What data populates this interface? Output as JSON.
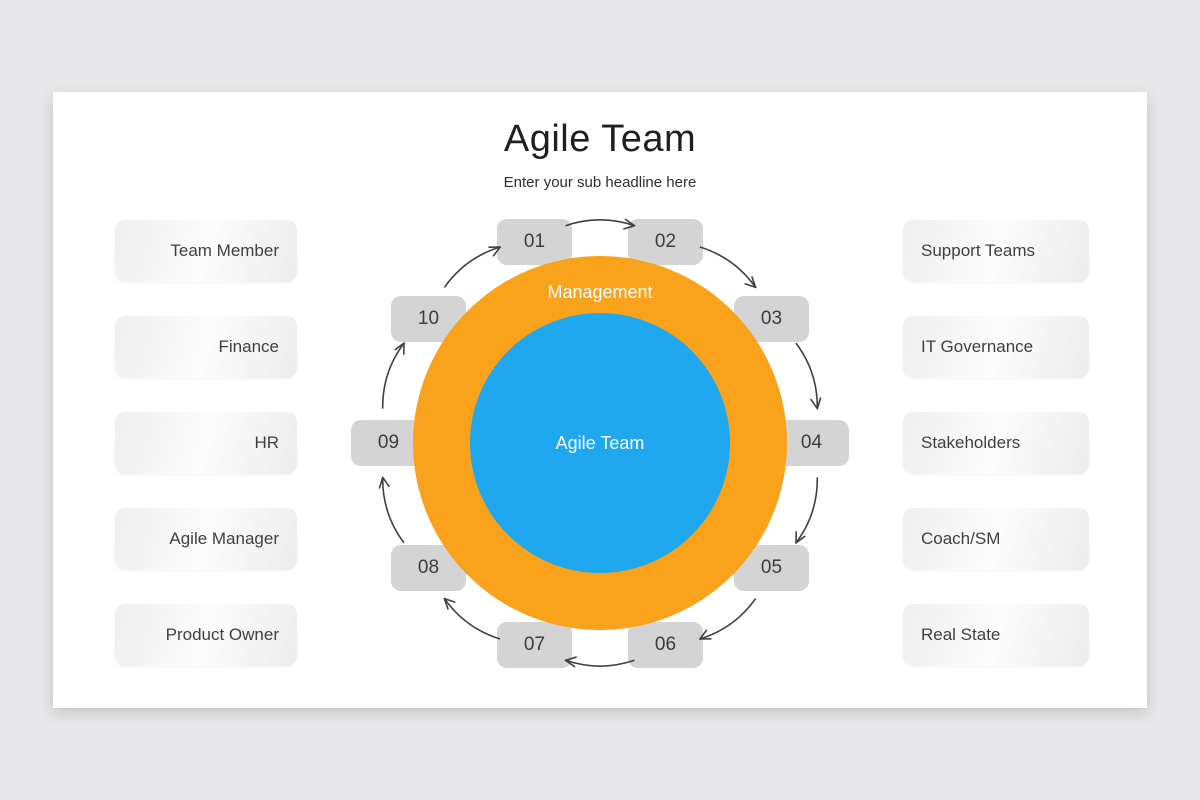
{
  "slide": {
    "title": "Agile Team",
    "subtitle": "Enter your sub headline here"
  },
  "left_panel": {
    "items": [
      "Team Member",
      "Finance",
      "HR",
      "Agile Manager",
      "Product Owner"
    ]
  },
  "right_panel": {
    "items": [
      "Support Teams",
      "IT Governance",
      "Stakeholders",
      "Coach/SM",
      "Real State"
    ]
  },
  "diagram": {
    "ring_label": "Management",
    "center_label": "Agile Team",
    "steps": [
      "01",
      "02",
      "03",
      "04",
      "05",
      "06",
      "07",
      "08",
      "09",
      "10"
    ],
    "flow": "clockwise",
    "colors": {
      "ring_orange": "#F9A21B",
      "center_blue": "#1FA8ED",
      "step_gray": "#D4D4D4",
      "arrow": "#3F3F3F",
      "card_bg": "#FFFFFF",
      "page_bg": "#E8E8EA"
    }
  }
}
